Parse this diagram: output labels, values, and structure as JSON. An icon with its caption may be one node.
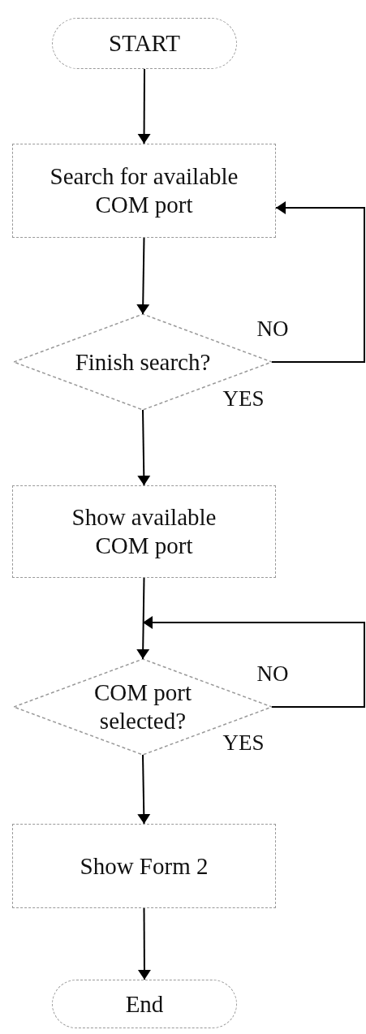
{
  "diagram": {
    "nodes": [
      {
        "text": [
          "START"
        ]
      },
      {
        "text": [
          "Search for available COM port"
        ]
      },
      {
        "text": [
          "Finish search?"
        ]
      },
      {
        "text": [
          "Show available COM port"
        ]
      },
      {
        "text": [
          "COM port selected?"
        ]
      },
      {
        "text": [
          "Show Form 2"
        ]
      },
      {
        "text": [
          "End"
        ]
      }
    ],
    "edges": [
      {
        "from": 0,
        "to": 1,
        "arrow": "to"
      },
      {
        "from": 1,
        "to": 2,
        "arrow": "to"
      },
      {
        "from": 2,
        "to": 3,
        "arrow": "to",
        "label": "YES"
      },
      {
        "from": 2,
        "to": 1,
        "arrow": "to",
        "label": "NO"
      },
      {
        "from": 3,
        "to": 4,
        "arrow": "to"
      },
      {
        "from": 4,
        "to": 4,
        "arrow": "to",
        "label": "NO"
      },
      {
        "from": 4,
        "to": 5,
        "arrow": "to",
        "label": "YES"
      },
      {
        "from": 5,
        "to": 6,
        "arrow": "to"
      }
    ]
  }
}
